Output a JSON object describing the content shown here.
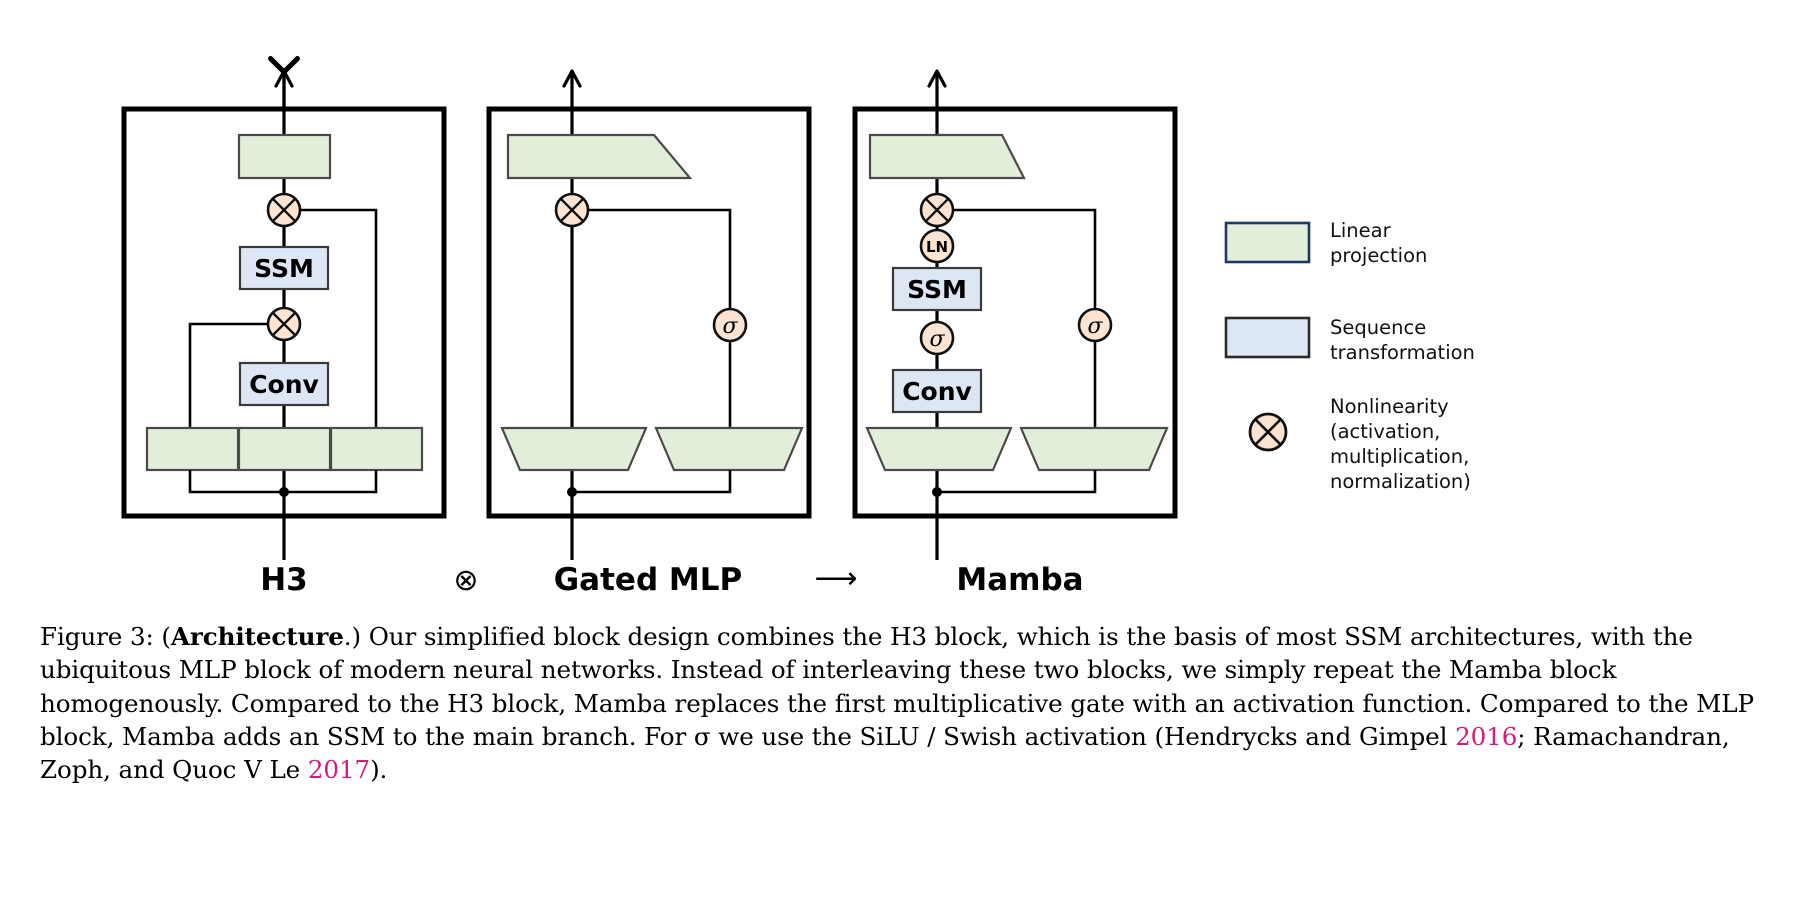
{
  "figure": {
    "caption_prefix": "Figure 3: (",
    "caption_bold": "Architecture",
    "caption_mid": ".) Our simplified block design combines the H3 block, which is the basis of most SSM architectures, with the ubiquitous MLP block of modern neural networks. Instead of interleaving these two blocks, we simply repeat the Mamba block homogenously. Compared to the H3 block, Mamba replaces the first multiplicative gate with an activation function. Compared to the MLP block, Mamba adds an SSM to the main branch. For σ we use the SiLU / Swish activation (Hendrycks and Gimpel ",
    "cite_1": "2016",
    "caption_mid2": "; Ramachandran, Zoph, and Quoc V Le ",
    "cite_2": "2017",
    "caption_end": ")."
  },
  "architectures": {
    "h3": {
      "name": "H3",
      "blocks": [
        "SSM",
        "Conv"
      ],
      "projection_shape": "rectangle",
      "bottom_projection_count": 3,
      "gates": [
        "multiply",
        "multiply"
      ]
    },
    "gated_mlp": {
      "name": "Gated MLP",
      "blocks": [],
      "projection_shape": "trapezoid",
      "bottom_projection_count": 2,
      "gates": [
        "multiply",
        "sigma"
      ]
    },
    "mamba": {
      "name": "Mamba",
      "blocks": [
        "SSM",
        "Conv"
      ],
      "projection_shape": "trapezoid",
      "bottom_projection_count": 2,
      "gates": [
        "multiply",
        "LN",
        "sigma",
        "sigma"
      ]
    }
  },
  "operators": {
    "combine": "⊗",
    "arrow": "⟶"
  },
  "node_labels": {
    "ssm": "SSM",
    "conv": "Conv",
    "ln": "LN",
    "sigma": "σ"
  },
  "legend": {
    "items": [
      {
        "swatch": "linear-projection",
        "line1": "Linear",
        "line2": "projection"
      },
      {
        "swatch": "sequence-transformation",
        "line1": "Sequence",
        "line2": "transformation"
      },
      {
        "swatch": "nonlinearity",
        "line1": "Nonlinearity",
        "line2": "(activation,",
        "line3": "multiplication,",
        "line4": "normalization)"
      }
    ]
  },
  "colors": {
    "linear_projection_fill": "#e3eeda",
    "linear_projection_stroke": "#1f3864",
    "sequence_transformation_fill": "#dce7f3",
    "sequence_transformation_stroke": "#2a2a2a",
    "nonlinearity_fill": "#fbe4d2",
    "nonlinearity_stroke": "#111111",
    "wire": "#000000",
    "citation": "#d6197d"
  }
}
